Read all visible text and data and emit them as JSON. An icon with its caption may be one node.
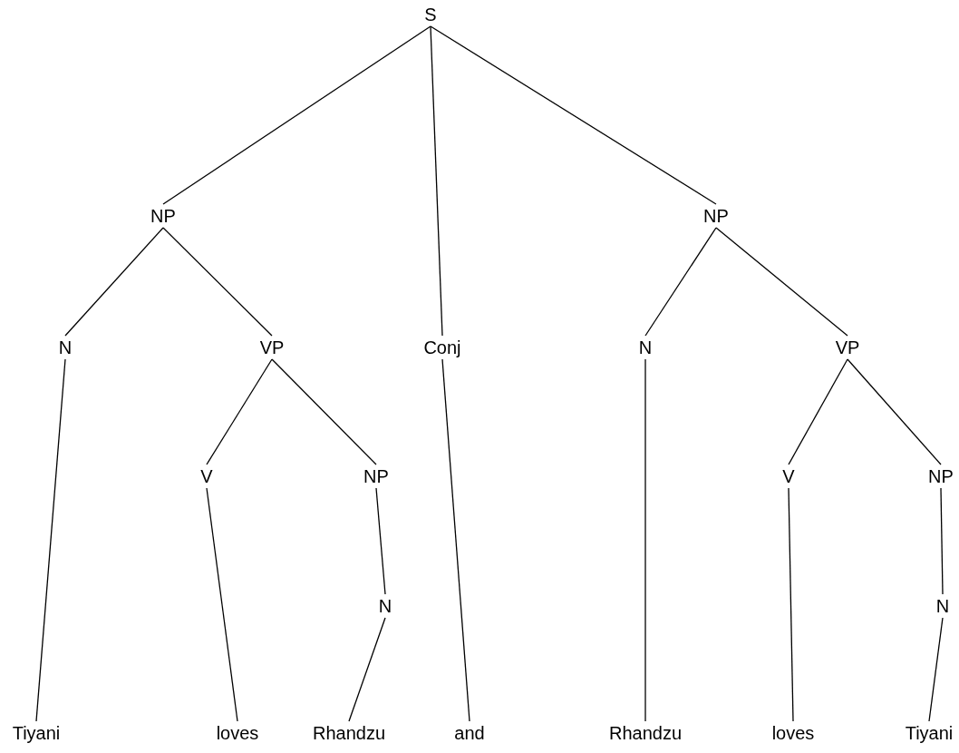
{
  "diagram": {
    "nodes": [
      {
        "text": [
          "S"
        ]
      },
      {
        "text": [
          "NP"
        ]
      },
      {
        "text": [
          "NP"
        ]
      },
      {
        "text": [
          "N"
        ]
      },
      {
        "text": [
          "VP"
        ]
      },
      {
        "text": [
          "Conj"
        ]
      },
      {
        "text": [
          "N"
        ]
      },
      {
        "text": [
          "VP"
        ]
      },
      {
        "text": [
          "V"
        ]
      },
      {
        "text": [
          "NP"
        ]
      },
      {
        "text": [
          "V"
        ]
      },
      {
        "text": [
          "NP"
        ]
      },
      {
        "text": [
          "N"
        ]
      },
      {
        "text": [
          "N"
        ]
      },
      {
        "text": [
          "Tiyani"
        ]
      },
      {
        "text": [
          "loves"
        ]
      },
      {
        "text": [
          "Rhandzu"
        ]
      },
      {
        "text": [
          "and"
        ]
      },
      {
        "text": [
          "Rhandzu"
        ]
      },
      {
        "text": [
          "loves"
        ]
      },
      {
        "text": [
          "Tiyani"
        ]
      }
    ],
    "edges": [
      {
        "from": 0,
        "to": 1,
        "arrow": "none"
      },
      {
        "from": 0,
        "to": 5,
        "arrow": "none"
      },
      {
        "from": 0,
        "to": 2,
        "arrow": "none"
      },
      {
        "from": 1,
        "to": 3,
        "arrow": "none"
      },
      {
        "from": 1,
        "to": 4,
        "arrow": "none"
      },
      {
        "from": 2,
        "to": 6,
        "arrow": "none"
      },
      {
        "from": 2,
        "to": 7,
        "arrow": "none"
      },
      {
        "from": 3,
        "to": 14,
        "arrow": "none"
      },
      {
        "from": 4,
        "to": 8,
        "arrow": "none"
      },
      {
        "from": 4,
        "to": 9,
        "arrow": "none"
      },
      {
        "from": 5,
        "to": 17,
        "arrow": "none"
      },
      {
        "from": 6,
        "to": 18,
        "arrow": "none"
      },
      {
        "from": 7,
        "to": 10,
        "arrow": "none"
      },
      {
        "from": 7,
        "to": 11,
        "arrow": "none"
      },
      {
        "from": 8,
        "to": 15,
        "arrow": "none"
      },
      {
        "from": 9,
        "to": 12,
        "arrow": "none"
      },
      {
        "from": 12,
        "to": 16,
        "arrow": "none"
      },
      {
        "from": 10,
        "to": 19,
        "arrow": "none"
      },
      {
        "from": 11,
        "to": 13,
        "arrow": "none"
      },
      {
        "from": 13,
        "to": 20,
        "arrow": "none"
      }
    ]
  }
}
